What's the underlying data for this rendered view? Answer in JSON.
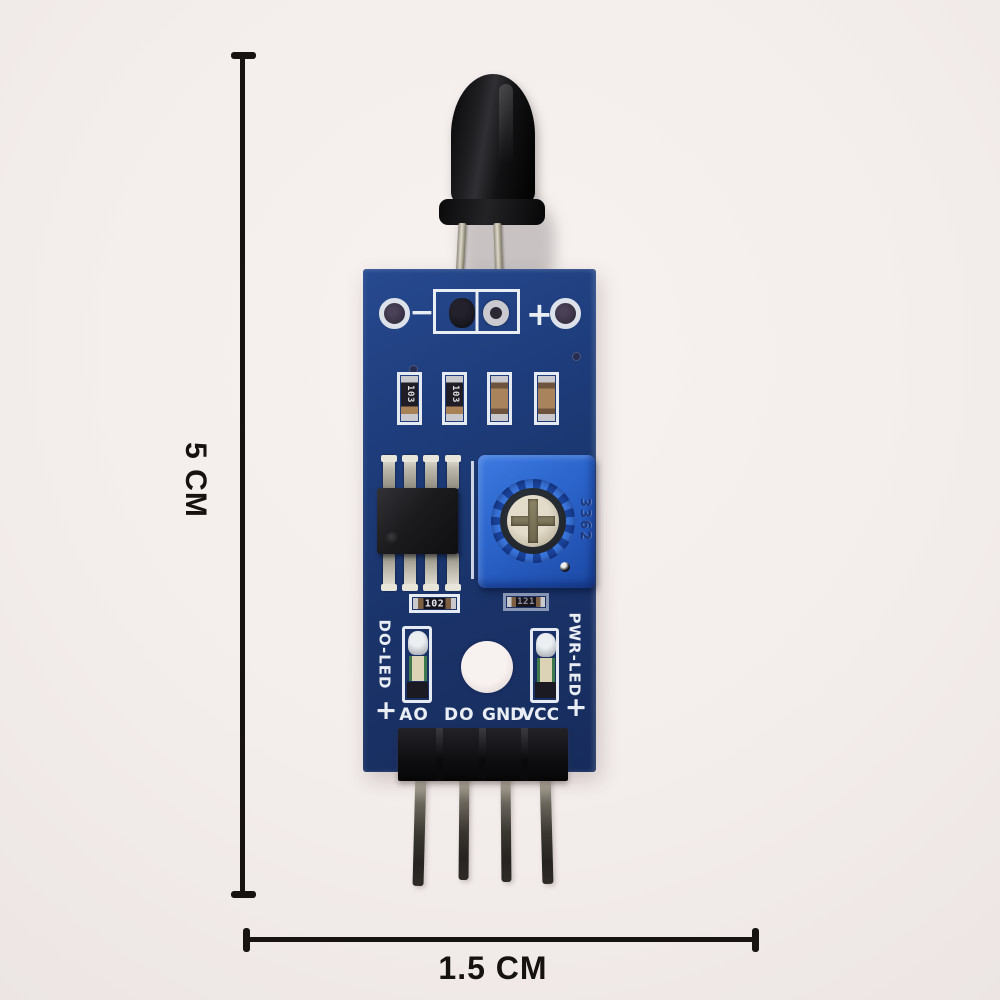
{
  "scene": {
    "background_color": "#f3edeb",
    "subject": "IR flame sensor module photographed on white background with size annotations"
  },
  "dimensions": {
    "height_label": "5 CM",
    "width_label": "1.5 CM",
    "line_color": "#161310"
  },
  "module": {
    "pcb_color": "#1e3d7c",
    "silkscreen": {
      "top_minus": "−",
      "top_plus": "+",
      "do_led": "DO-LED",
      "do_led_plus": "+",
      "pwr_led": "PWR-LED",
      "pwr_led_plus": "+",
      "pin_labels": [
        "AO",
        "DO",
        "GND",
        "VCC"
      ]
    },
    "components": {
      "flame_sensor": "black IR receiver LED",
      "resistor_codes_row": [
        "103",
        "103"
      ],
      "resistor_code_left": "102",
      "resistor_code_right": "121",
      "ic": "8-pin SOIC comparator",
      "potentiometer_marking": "3362"
    },
    "colors": {
      "pot_blue": "#2c66cd",
      "silkscreen_white": "#e9edf4",
      "solder_silver": "#c9c9cf"
    }
  }
}
